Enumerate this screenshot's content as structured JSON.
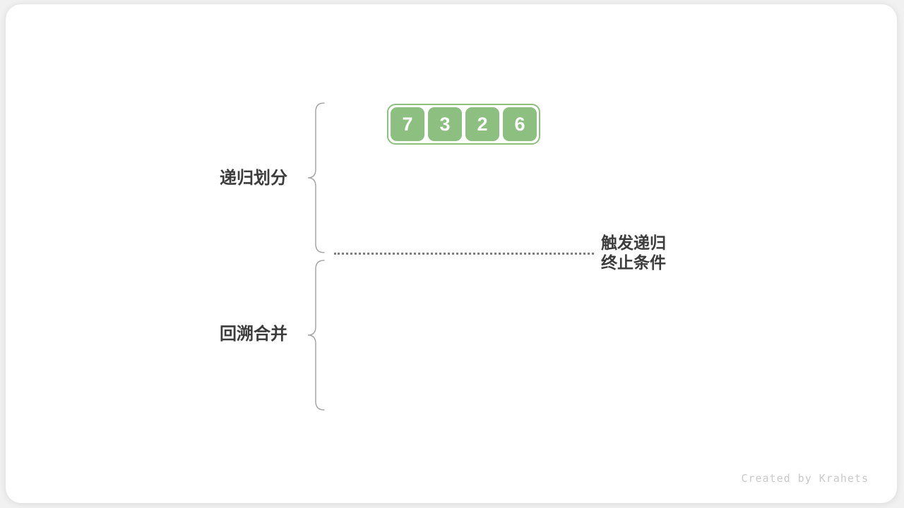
{
  "page": {
    "background_color": "#f1f1f1",
    "card_color": "#ffffff"
  },
  "array": {
    "values": [
      "7",
      "3",
      "2",
      "6"
    ],
    "cell_color": "#8cbf80",
    "number_color": "#ffffff"
  },
  "annotations": {
    "divide_label": "递归划分",
    "merge_label": "回溯合并",
    "terminate_label_line1": "触发递归",
    "terminate_label_line2": "终止条件",
    "label_color": "#3c3c3c",
    "brace_color": "#a6a6a6",
    "dotted_line_color": "#7e7e7e"
  },
  "footer": {
    "credit": "Created by Krahets"
  }
}
